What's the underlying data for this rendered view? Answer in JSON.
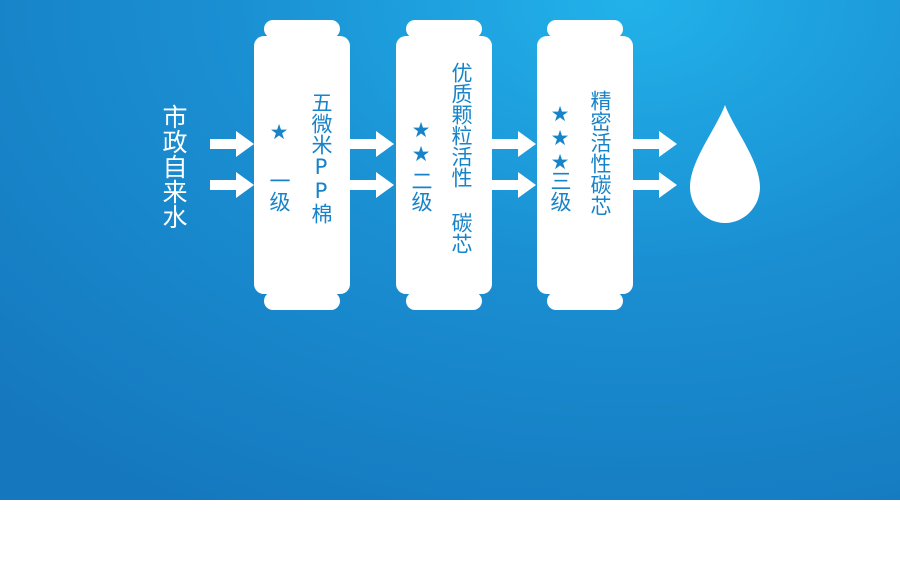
{
  "source_label": "市政自来水",
  "stages": [
    {
      "stars": "★",
      "level": "一级",
      "name": "五微米PP棉"
    },
    {
      "stars": "★★",
      "level": "二级",
      "name": "优质颗粒活性 碳芯"
    },
    {
      "stars": "★★★",
      "level": "三级",
      "name": "精密活性碳芯"
    }
  ],
  "colors": {
    "background": "#1a8fd2",
    "cartridge": "#ffffff",
    "label": "#1783c8"
  },
  "icons": {
    "arrow": "arrow-right-icon",
    "output": "water-drop-icon"
  }
}
